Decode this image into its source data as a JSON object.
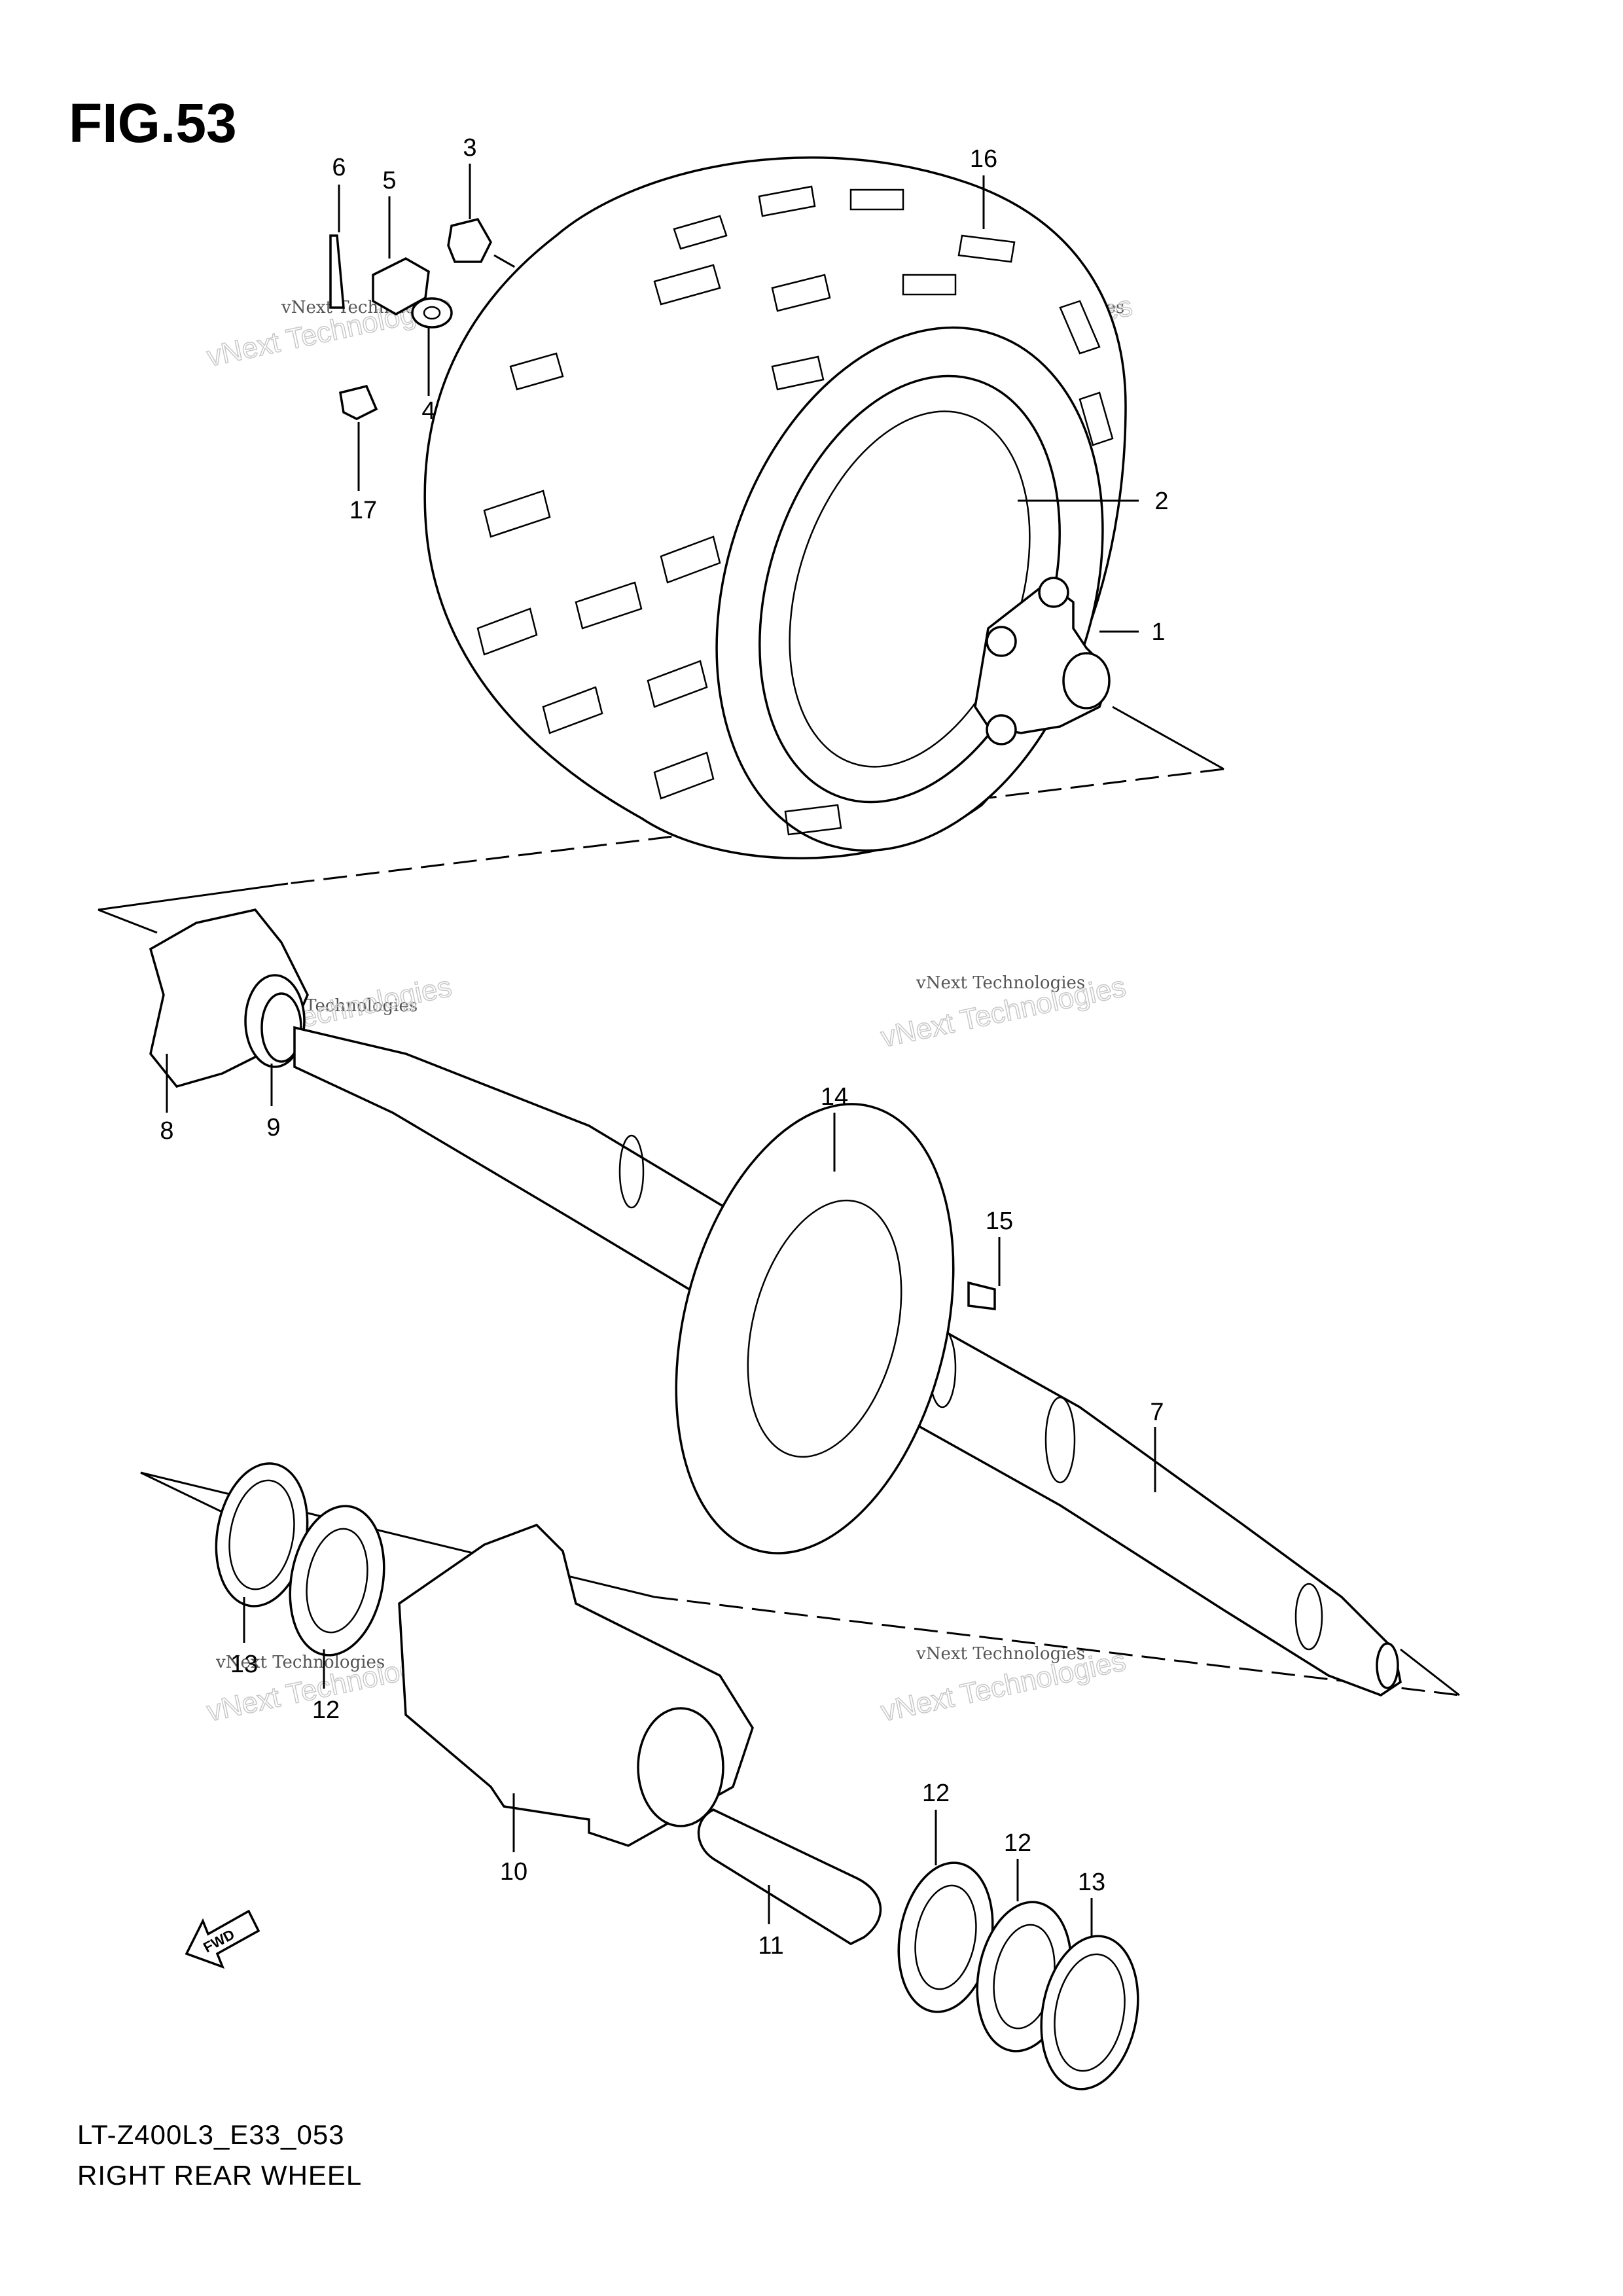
{
  "figure": {
    "title": "FIG.53"
  },
  "footer": {
    "model_code": "LT-Z400L3_E33_053",
    "assembly_name": "RIGHT REAR WHEEL"
  },
  "watermark": {
    "small": "vNext Technologies",
    "large": "vNext Technologies"
  },
  "fwd_label": "FWD",
  "callouts": [
    {
      "id": "c6",
      "label": "6"
    },
    {
      "id": "c5",
      "label": "5"
    },
    {
      "id": "c3",
      "label": "3"
    },
    {
      "id": "c16",
      "label": "16"
    },
    {
      "id": "c4",
      "label": "4"
    },
    {
      "id": "c17",
      "label": "17"
    },
    {
      "id": "c2",
      "label": "2"
    },
    {
      "id": "c1",
      "label": "1"
    },
    {
      "id": "c9",
      "label": "9"
    },
    {
      "id": "c8",
      "label": "8"
    },
    {
      "id": "c14",
      "label": "14"
    },
    {
      "id": "c15",
      "label": "15"
    },
    {
      "id": "c7",
      "label": "7"
    },
    {
      "id": "c13a",
      "label": "13"
    },
    {
      "id": "c12a",
      "label": "12"
    },
    {
      "id": "c10",
      "label": "10"
    },
    {
      "id": "c11",
      "label": "11"
    },
    {
      "id": "c12b",
      "label": "12"
    },
    {
      "id": "c12c",
      "label": "12"
    },
    {
      "id": "c13b",
      "label": "13"
    }
  ]
}
